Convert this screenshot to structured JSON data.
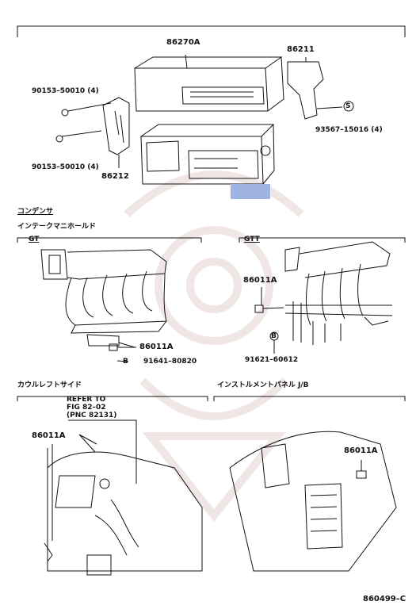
{
  "parts": {
    "p86270A": "86270A",
    "p86211": "86211",
    "p90153_top": "90153–50010 (4)",
    "p90153_bot": "90153–50010 (4)",
    "p93567": "93567–15016 (4)",
    "p86212": "86212",
    "gt_86011A": "86011A",
    "gt_91641": "91641–80820",
    "gtt_86011A": "86011A",
    "gtt_91621": "91621–60612",
    "cowl_86011A": "86011A",
    "inst_86011A": "86011A"
  },
  "markers": {
    "s": "S",
    "b1": "B",
    "b2": "B"
  },
  "sections": {
    "condenser": "コンデンサ",
    "intake": "インテークマニホールド",
    "gt": "GT",
    "gtt": "GTT",
    "cowl": "カウルレフトサイド",
    "inst": "インストルメントパネル J/B"
  },
  "refer": {
    "line1": "REFER TO",
    "line2": "FIG 82–02",
    "line3": "(PNC 82131)"
  },
  "footer": {
    "code": "860499–C"
  },
  "colors": {
    "highlight": "#9fb4e3",
    "line": "#111111"
  }
}
